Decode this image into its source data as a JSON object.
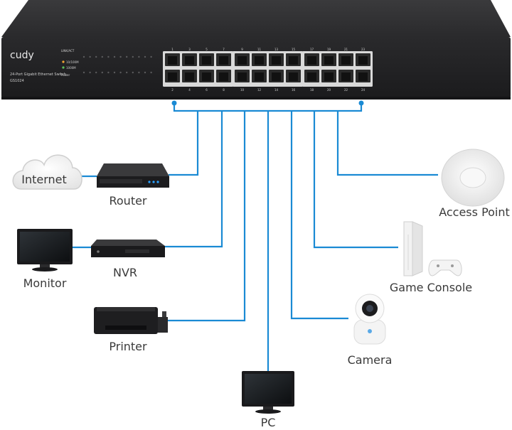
{
  "switch": {
    "brand": "cudy",
    "model_line": "24-Port Gigabit Ethernet Switch",
    "model_code": "GS1024",
    "led_header": "LINK/ACT",
    "led_1": "10/100M",
    "led_2": "1000M",
    "power": "Power",
    "port_numbers_top": [
      "1",
      "3",
      "5",
      "7",
      "9",
      "11",
      "13",
      "15",
      "17",
      "19",
      "21",
      "23"
    ],
    "port_numbers_bottom": [
      "2",
      "4",
      "6",
      "8",
      "10",
      "12",
      "14",
      "16",
      "18",
      "20",
      "22",
      "24"
    ],
    "colors": {
      "body": "#2b2b2d",
      "front": "#1f1f21",
      "accent_led": "#f2a531"
    }
  },
  "devices": {
    "internet": "Internet",
    "router": "Router",
    "nvr": "NVR",
    "monitor": "Monitor",
    "printer": "Printer",
    "pc": "PC",
    "camera": "Camera",
    "game_console": "Game Console",
    "access_point": "Access Point"
  },
  "colors": {
    "wire": "#1a8ad4",
    "label": "#3a3a3a"
  }
}
